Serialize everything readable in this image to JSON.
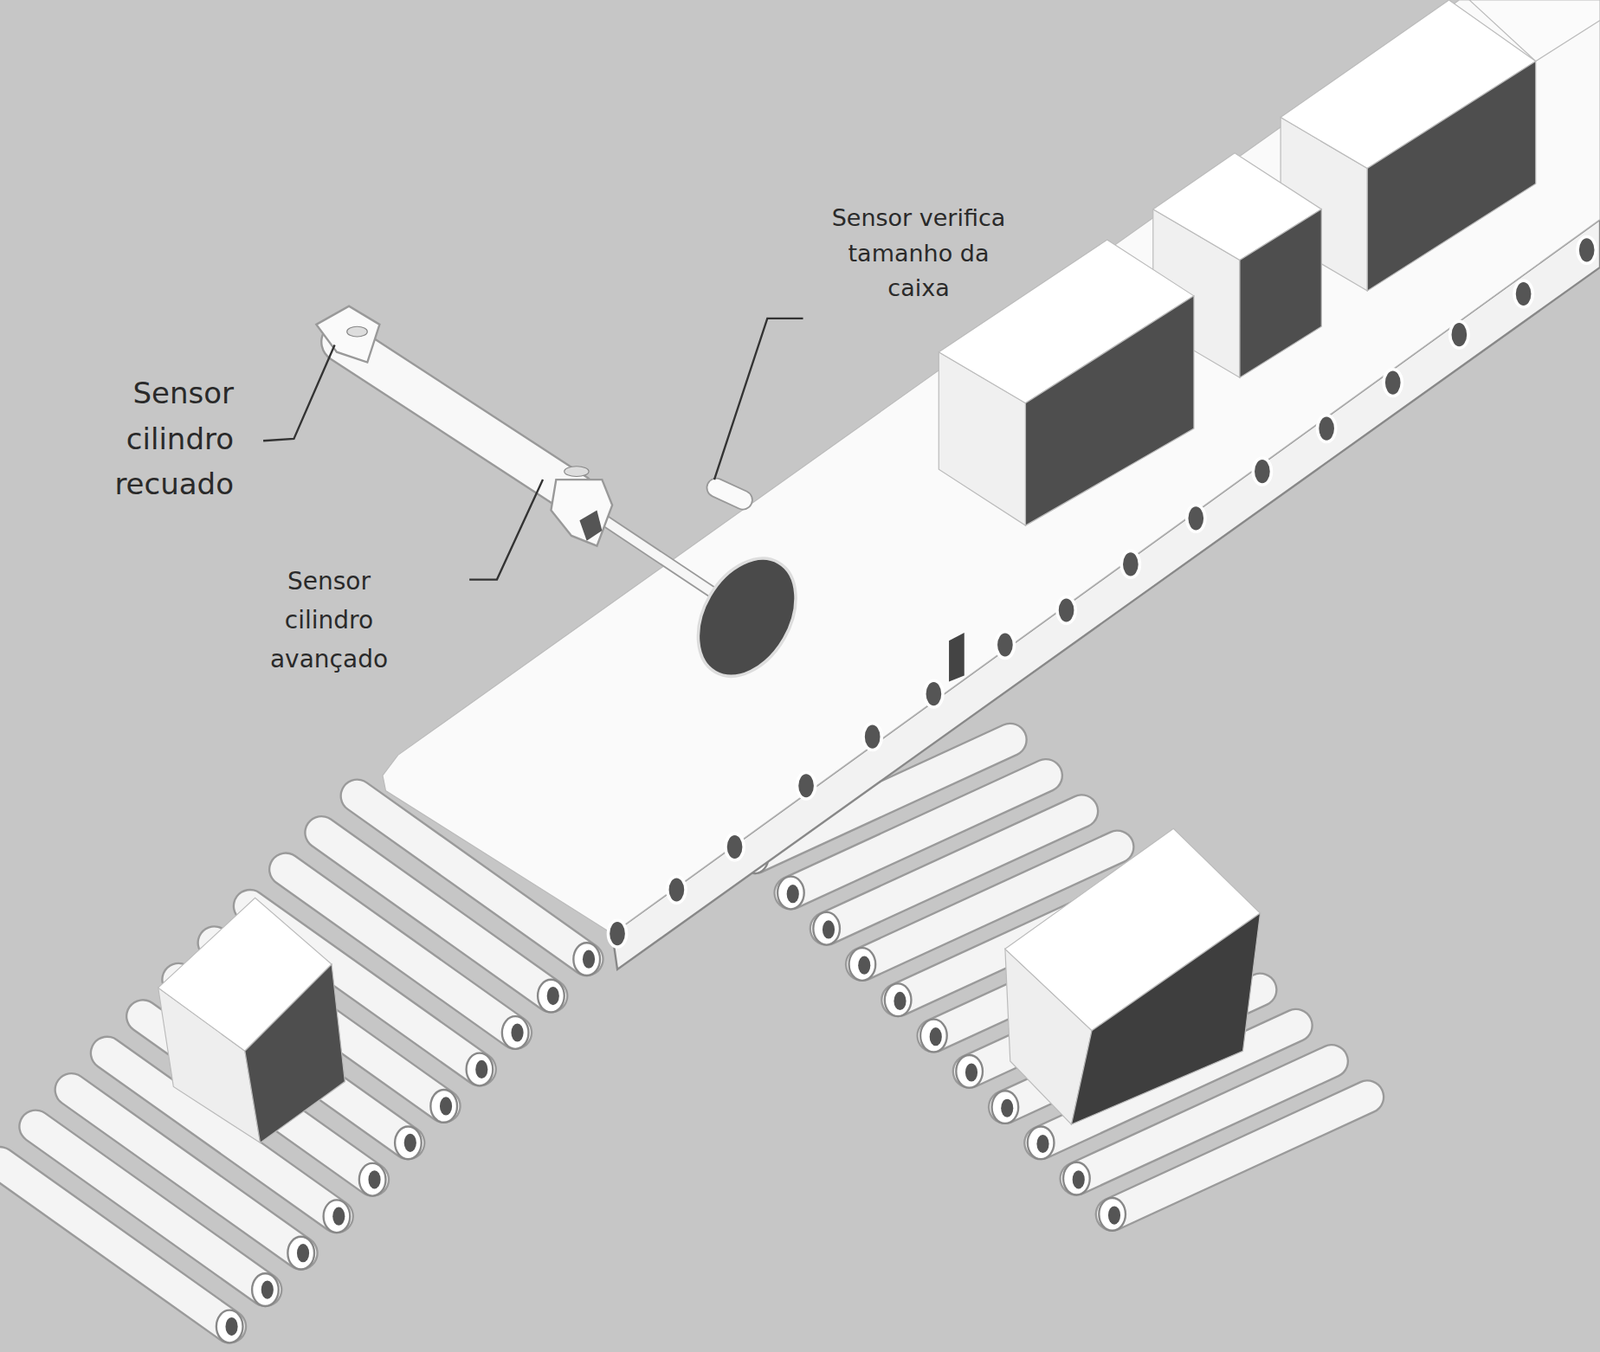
{
  "diagram": {
    "labels": [
      "Sensor verifica tamanho da caixa",
      "Sensor cilindro recuado",
      "Sensor cilindro avançado"
    ]
  }
}
